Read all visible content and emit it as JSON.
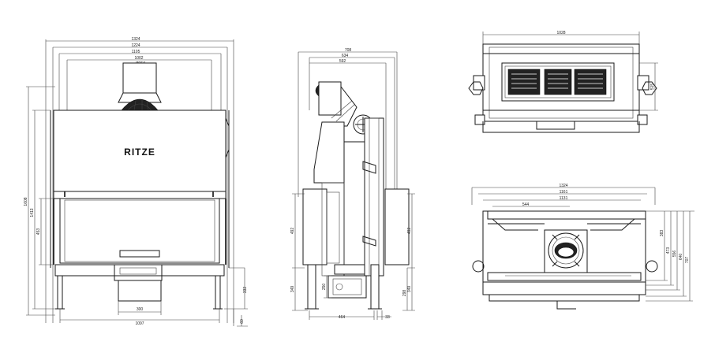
{
  "brand": "RITZE",
  "front_view": {
    "widths": [
      "1324",
      "1224",
      "1105",
      "1002"
    ],
    "flue": "Ø250",
    "heights": [
      "1608",
      "1413",
      "453"
    ],
    "bottom": [
      "300",
      "1097"
    ],
    "right": [
      "332",
      "60"
    ]
  },
  "side_view": {
    "widths": [
      "708",
      "634",
      "592"
    ],
    "left": [
      "492",
      "349",
      "250"
    ],
    "right": [
      "492",
      "298",
      "349"
    ],
    "bottom": [
      "464",
      "33"
    ]
  },
  "top_view": {
    "width": "1028",
    "right": "515"
  },
  "bottom_view": {
    "widths": [
      "1324",
      "1161",
      "1131",
      "544"
    ],
    "right": [
      "383",
      "473",
      "556",
      "640",
      "707"
    ]
  }
}
